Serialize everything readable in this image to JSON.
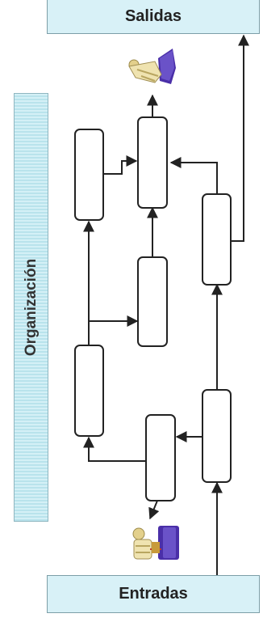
{
  "banners": {
    "top_label": "Salidas",
    "bottom_label": "Entradas"
  },
  "side_panel": {
    "label": "Organización"
  },
  "icons": {
    "output_person": "person-with-cape-icon",
    "input_person": "person-with-cape-icon"
  },
  "colors": {
    "banner_fill": "#d8f1f7",
    "panel_fill": "#bfe6ee",
    "box_fill": "#ffffff",
    "line": "#222222",
    "cape": "#4a2fa8"
  }
}
